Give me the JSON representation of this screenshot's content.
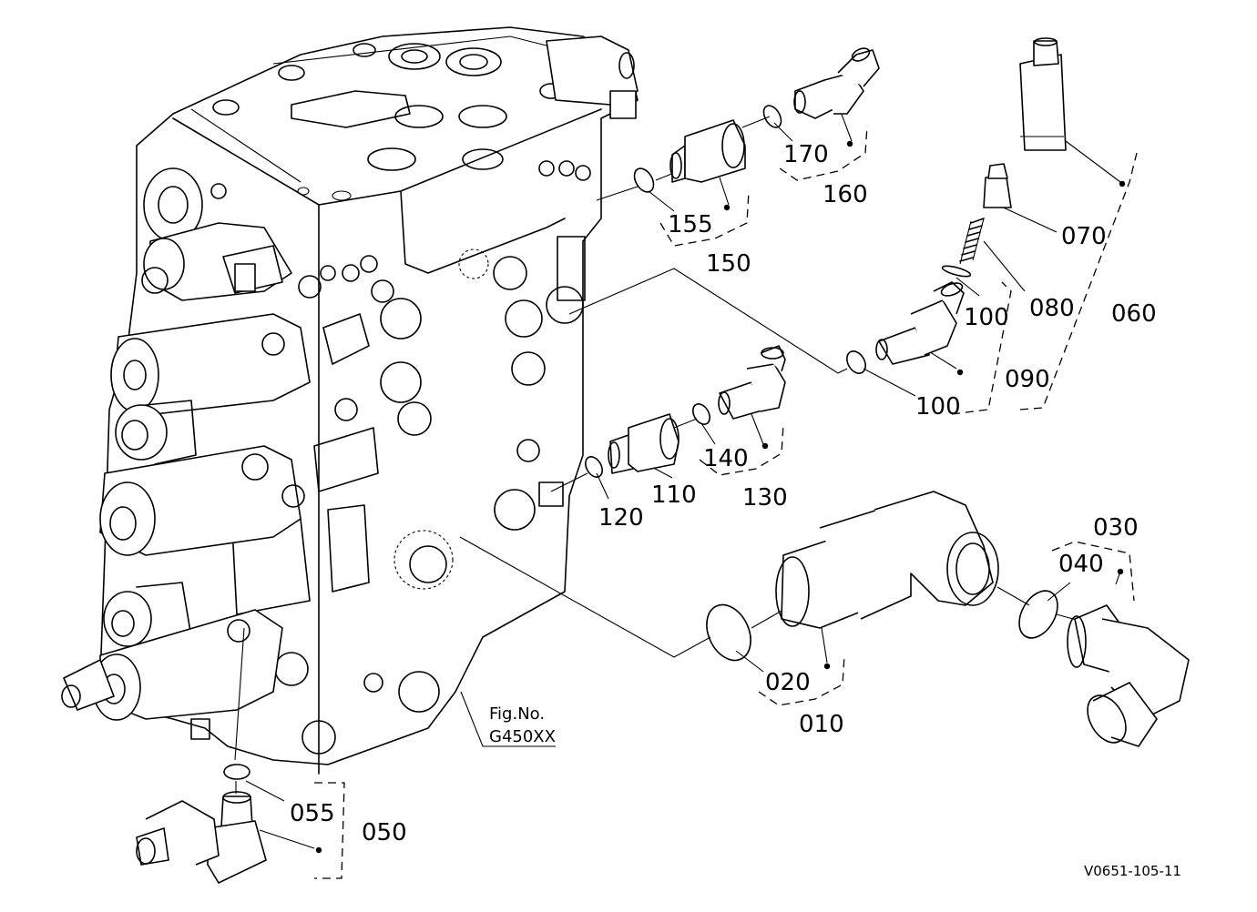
{
  "figure": {
    "fig_no_label": "Fig.No.",
    "fig_code": "G450XX"
  },
  "image_ref": "V0651-105-11",
  "callouts": {
    "c010": "010",
    "c020": "020",
    "c030": "030",
    "c040": "040",
    "c050": "050",
    "c055": "055",
    "c060": "060",
    "c070": "070",
    "c080": "080",
    "c090": "090",
    "c100a": "100",
    "c100b": "100",
    "c110": "110",
    "c120": "120",
    "c130": "130",
    "c140": "140",
    "c150": "150",
    "c155": "155",
    "c160": "160",
    "c170": "170"
  }
}
